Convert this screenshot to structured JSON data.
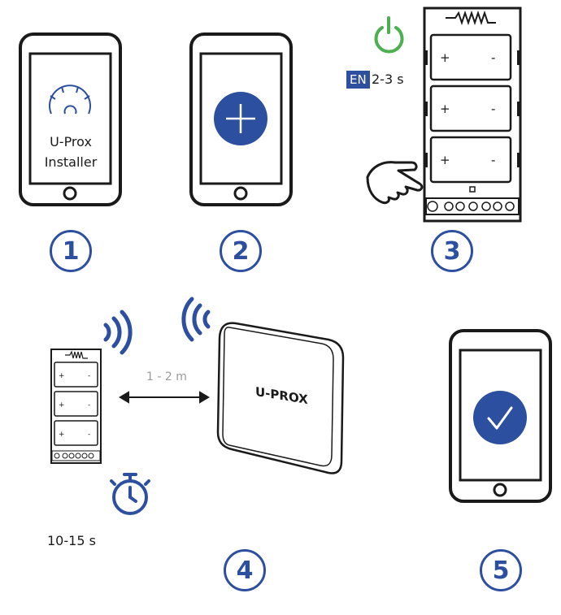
{
  "steps": [
    {
      "number": "1",
      "app_name": "U-Prox",
      "app_name2": "Installer"
    },
    {
      "number": "2"
    },
    {
      "number": "3",
      "badge": "EN",
      "duration": "2-3 s"
    },
    {
      "number": "4",
      "distance": "1 - 2 m",
      "duration": "10-15 s",
      "device_brand": "U-PROX"
    },
    {
      "number": "5"
    }
  ],
  "colors": {
    "accent": "#2d4fa0",
    "power": "#4caf50",
    "outline": "#1a1a1a"
  },
  "icons": {
    "gear": "gear-icon",
    "plus": "plus-icon",
    "power": "power-icon",
    "hand": "pointing-hand-icon",
    "wifi": "wireless-signal-icon",
    "stopwatch": "stopwatch-icon",
    "check": "checkmark-icon",
    "arrow": "double-arrow-icon"
  }
}
